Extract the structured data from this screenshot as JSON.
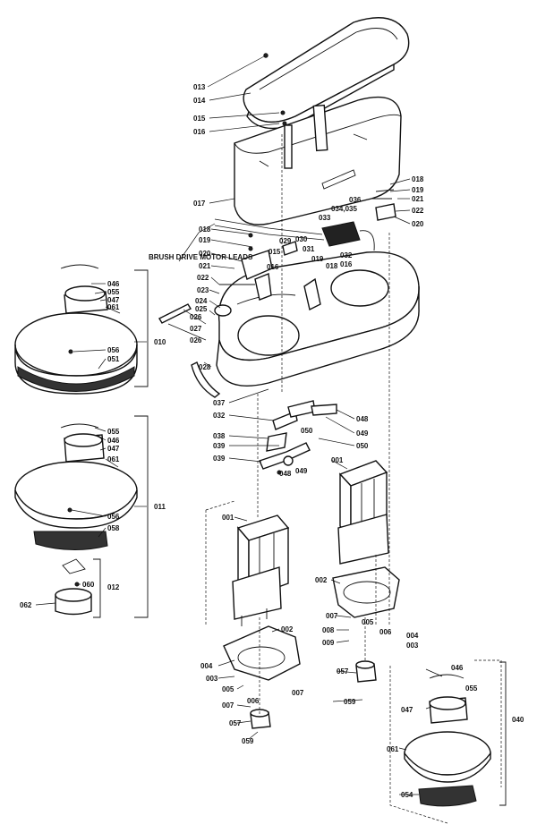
{
  "annotation": "BRUSH DRIVE MOTOR LEADS",
  "labels": {
    "l013": "013",
    "l014": "014",
    "l015a": "015",
    "l016a": "016",
    "l017": "017",
    "l018a": "018",
    "l019a": "019",
    "l021a": "021",
    "l022a": "022",
    "l020a": "020",
    "l036": "036",
    "l034_035": "034,035",
    "l033": "033",
    "l018b": "018",
    "l019b": "019",
    "l020b": "020",
    "l021b": "021",
    "l022b": "022",
    "l023": "023",
    "l024": "024",
    "l025": "025",
    "l026a": "026",
    "l027": "027",
    "l026b": "026",
    "l029": "029",
    "l030": "030",
    "l015b": "015",
    "l031": "031",
    "l016b": "016",
    "l019c": "019",
    "l018c": "018",
    "l032a": "032",
    "l016c": "016",
    "l028": "028",
    "l037": "037",
    "l032b": "032",
    "l038": "038",
    "l039a": "039",
    "l039b": "039",
    "l048a": "048",
    "l049a": "049",
    "l050a": "050",
    "l050b": "050",
    "l048b": "048",
    "l049b": "049",
    "l046a": "046",
    "l055a": "055",
    "l047a": "047",
    "l061a": "061",
    "l010": "010",
    "l056a": "056",
    "l051": "051",
    "l055b": "055",
    "l046b": "046",
    "l047b": "047",
    "l061b": "061",
    "l011": "011",
    "l056b": "056",
    "l058": "058",
    "l060": "060",
    "l012": "012",
    "l062": "062",
    "l001a": "001",
    "l001b": "001",
    "l002a": "002",
    "l002b": "002",
    "l004a": "004",
    "l003a": "003",
    "l005a": "005",
    "l007a": "007",
    "l006a": "006",
    "l007b": "007",
    "l057a": "057",
    "l059a": "059",
    "l007c": "007",
    "l008": "008",
    "l009": "009",
    "l005b": "005",
    "l006b": "006",
    "l004b": "004",
    "l003b": "003",
    "l057b": "057",
    "l059b": "059",
    "l046c": "046",
    "l055c": "055",
    "l047c": "047",
    "l040": "040",
    "l061c": "061",
    "l054": "054"
  }
}
